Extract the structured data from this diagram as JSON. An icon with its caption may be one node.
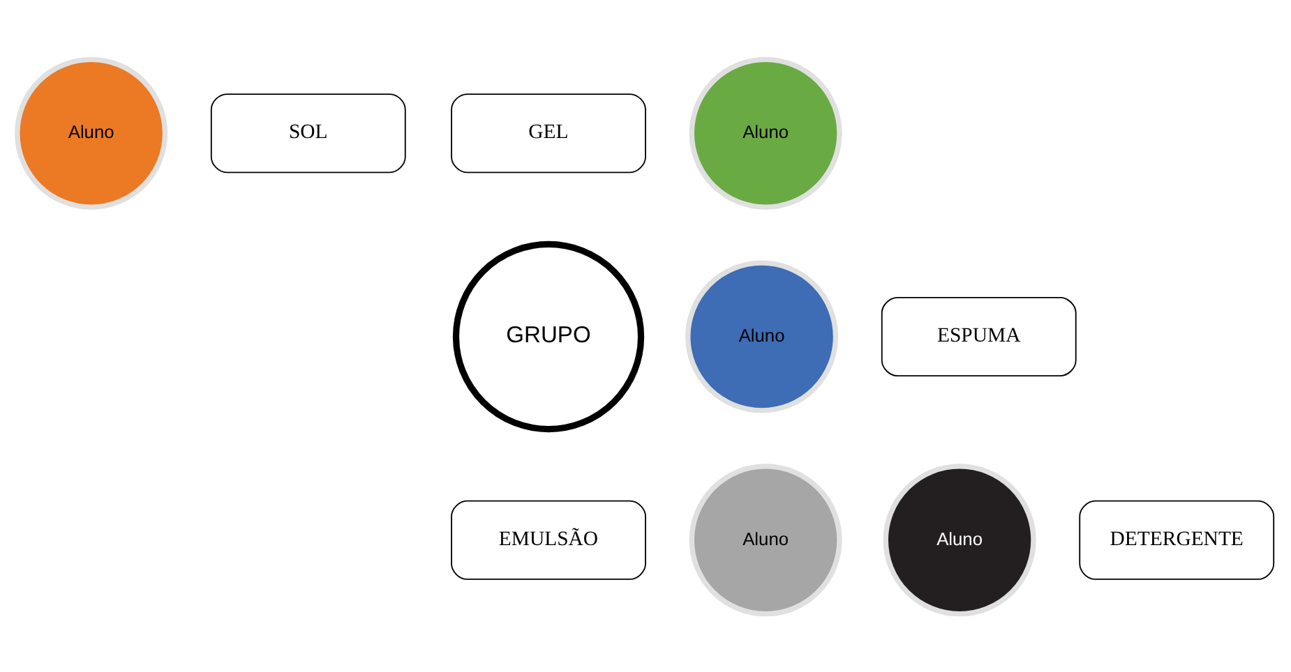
{
  "diagram": {
    "nodes": [
      {
        "text": [
          "Aluno"
        ]
      },
      {
        "text": [
          "SOL"
        ]
      },
      {
        "text": [
          "GEL"
        ]
      },
      {
        "text": [
          "Aluno"
        ]
      },
      {
        "text": [
          "GRUPO"
        ]
      },
      {
        "text": [
          "Aluno"
        ]
      },
      {
        "text": [
          "ESPUMA"
        ]
      },
      {
        "text": [
          "EMULSÃO"
        ]
      },
      {
        "text": [
          "Aluno"
        ]
      },
      {
        "text": [
          "Aluno"
        ]
      },
      {
        "text": [
          "DETERGENTE"
        ]
      }
    ]
  }
}
